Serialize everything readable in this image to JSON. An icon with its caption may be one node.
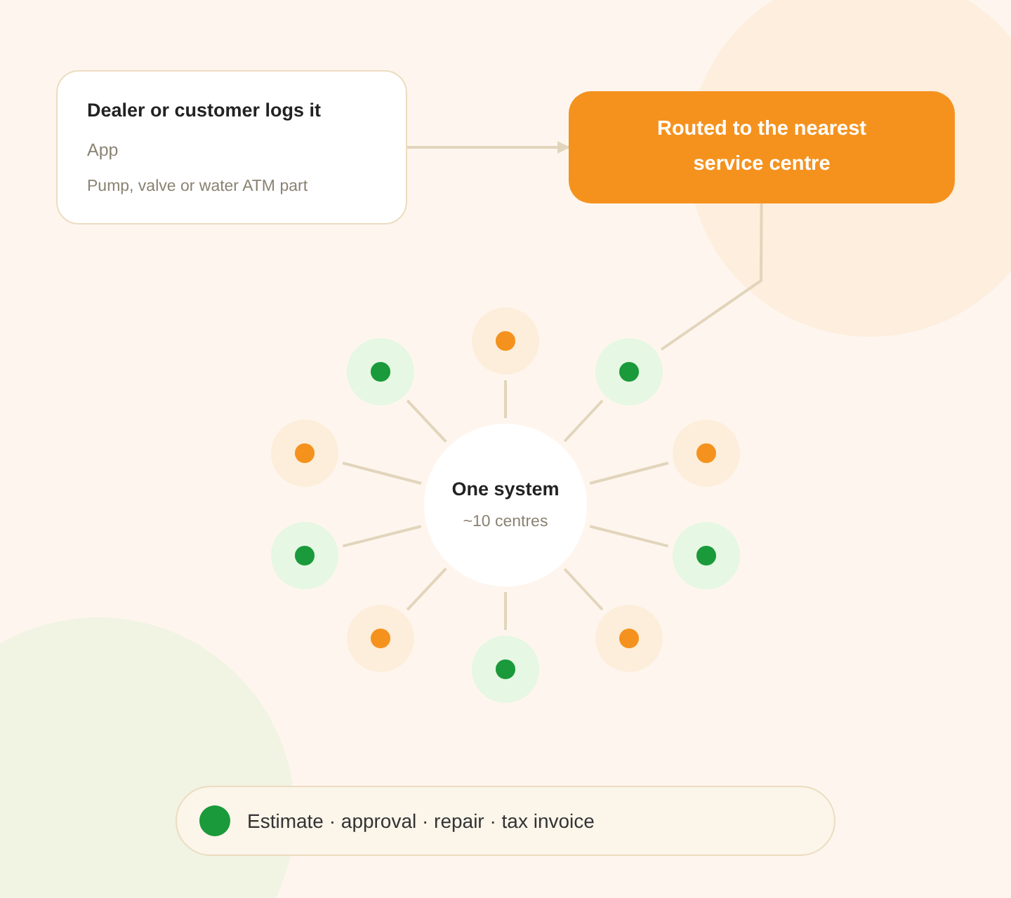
{
  "diagram": {
    "nodes": [
      {
        "text": [
          "Dealer or customer logs it",
          "App",
          "Pump, valve or water ATM part"
        ]
      },
      {
        "text": [
          "Routed to the nearest service centre"
        ]
      },
      {
        "text": [
          "One system",
          "~10 centres"
        ]
      },
      {
        "text": [],
        "shape": "circle"
      },
      {
        "text": [],
        "shape": "circle"
      },
      {
        "text": [],
        "shape": "circle"
      },
      {
        "text": [],
        "shape": "circle"
      },
      {
        "text": [],
        "shape": "circle"
      },
      {
        "text": [],
        "shape": "circle"
      },
      {
        "text": [],
        "shape": "circle"
      },
      {
        "text": [],
        "shape": "circle"
      },
      {
        "text": [],
        "shape": "circle"
      },
      {
        "text": [],
        "shape": "circle"
      }
    ],
    "edges": [
      {
        "from": 0,
        "to": 1,
        "arrow": "to"
      },
      {
        "from": 1,
        "to": 9,
        "arrow": "none"
      },
      {
        "from": 2,
        "to": 3,
        "arrow": "none"
      },
      {
        "from": 2,
        "to": 4,
        "arrow": "none"
      },
      {
        "from": 2,
        "to": 5,
        "arrow": "none"
      },
      {
        "from": 2,
        "to": 6,
        "arrow": "none"
      },
      {
        "from": 2,
        "to": 7,
        "arrow": "none"
      },
      {
        "from": 2,
        "to": 8,
        "arrow": "none"
      },
      {
        "from": 2,
        "to": 9,
        "arrow": "none"
      },
      {
        "from": 2,
        "to": 10,
        "arrow": "none"
      },
      {
        "from": 2,
        "to": 11,
        "arrow": "none"
      },
      {
        "from": 2,
        "to": 12,
        "arrow": "none"
      }
    ],
    "legend": [
      {
        "text": "Estimate · approval · repair · tax invoice",
        "color": "#1a9a3a"
      }
    ]
  }
}
